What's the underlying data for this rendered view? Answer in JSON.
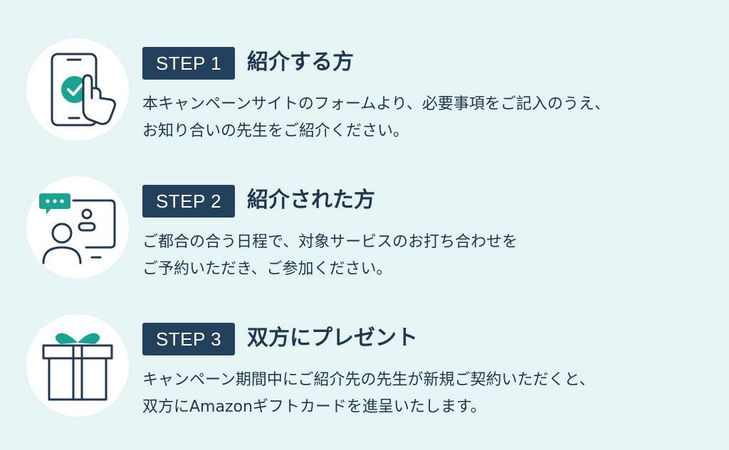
{
  "colors": {
    "background": "#e6f4f3",
    "badge": "#23405d",
    "text": "#1f3850",
    "accent": "#1aa393",
    "icon_circle": "#ffffff"
  },
  "steps": [
    {
      "badge": "STEP 1",
      "title": "紹介する方",
      "icon": "smartphone-tap-check-icon",
      "lines": [
        "本キャンペーンサイトのフォームより、必要事項をご記入のうえ、",
        "お知り合いの先生をご紹介ください。"
      ]
    },
    {
      "badge": "STEP 2",
      "title": "紹介された方",
      "icon": "video-meeting-icon",
      "lines": [
        "ご都合の合う日程で、対象サービスのお打ち合わせを",
        "ご予約いただき、ご参加ください。"
      ]
    },
    {
      "badge": "STEP 3",
      "title": "双方にプレゼント",
      "icon": "gift-box-icon",
      "lines": [
        "キャンペーン期間中にご紹介先の先生が新規ご契約いただくと、",
        "双方にAmazonギフトカードを進呈いたします。"
      ]
    }
  ]
}
